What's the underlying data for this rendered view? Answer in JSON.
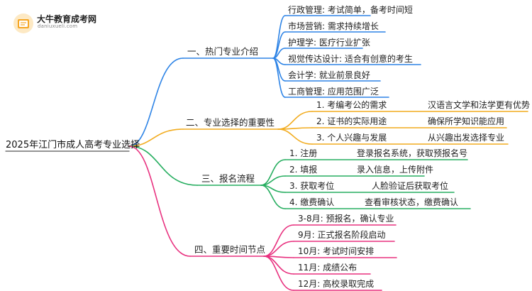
{
  "brand": {
    "name": "大牛教育成考网",
    "url": "daniuxueli.com",
    "icon": "book-logo-icon"
  },
  "colors": {
    "blue": "#2e84e6",
    "orange": "#f2ac1f",
    "green": "#27ae60",
    "pink": "#e8317f",
    "root_line": "#555555"
  },
  "root": "2025年江门市成人高考专业选择",
  "branches": [
    {
      "label": "一、热门专业介绍",
      "items": [
        {
          "text": "行政管理: 考试简单，备考时间短"
        },
        {
          "text": "市场营销: 需求持续增长"
        },
        {
          "text": "护理学: 医疗行业扩张"
        },
        {
          "text": "视觉传达设计: 适合有创意的考生"
        },
        {
          "text": "会计学: 就业前景良好"
        },
        {
          "text": "工商管理: 应用范围广泛"
        }
      ]
    },
    {
      "label": "二、专业选择的重要性",
      "items": [
        {
          "text": "1. 考编考公的需求",
          "detail": "汉语言文学和法学更有优势"
        },
        {
          "text": "2. 证书的实际用途",
          "detail": "确保所学知识能应用"
        },
        {
          "text": "3. 个人兴趣与发展",
          "detail": "从兴趣出发选择专业"
        }
      ]
    },
    {
      "label": "三、报名流程",
      "items": [
        {
          "text": "1. 注册",
          "detail": "登录报名系统，获取预报名号"
        },
        {
          "text": "2. 填报",
          "detail": "录入信息，上传附件"
        },
        {
          "text": "3. 获取考位",
          "detail": "人脸验证后获取考位"
        },
        {
          "text": "4. 缴费确认",
          "detail": "查看审核状态，缴费确认"
        }
      ]
    },
    {
      "label": "四、重要时间节点",
      "items": [
        {
          "text": "3-8月: 预报名，确认专业"
        },
        {
          "text": "9月: 正式报名阶段启动"
        },
        {
          "text": "10月: 考试时间安排"
        },
        {
          "text": "11月: 成绩公布"
        },
        {
          "text": "12月: 高校录取完成"
        }
      ]
    }
  ]
}
